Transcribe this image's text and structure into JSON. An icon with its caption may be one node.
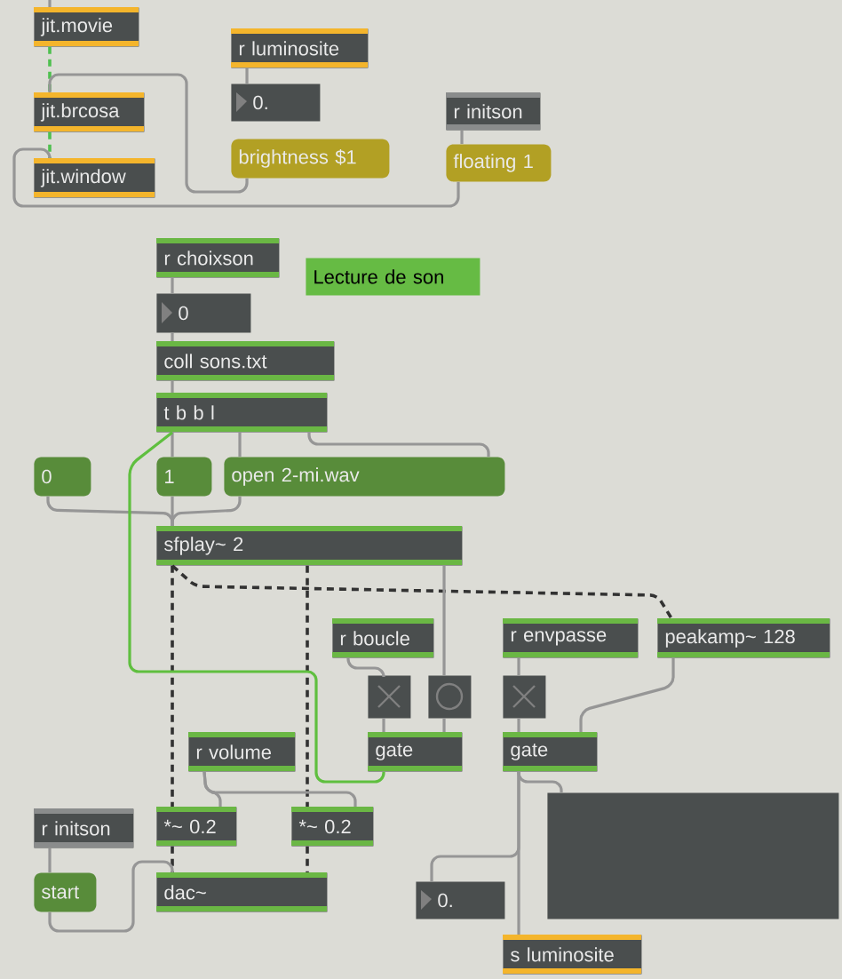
{
  "diagram": {
    "nodes": [
      {
        "text": [
          "jit.movie"
        ]
      },
      {
        "text": [
          "jit.brcosa"
        ]
      },
      {
        "text": [
          "jit.window"
        ]
      },
      {
        "text": [
          "r luminosite"
        ]
      },
      {
        "text": [
          "0."
        ]
      },
      {
        "text": [
          "brightness $1"
        ]
      },
      {
        "text": [
          "r initson"
        ]
      },
      {
        "text": [
          "floating 1"
        ]
      },
      {
        "text": [
          "r choixson"
        ]
      },
      {
        "text": [
          "Lecture de son"
        ]
      },
      {
        "text": [
          "0"
        ]
      },
      {
        "text": [
          "coll sons.txt"
        ]
      },
      {
        "text": [
          "t b b l"
        ]
      },
      {
        "text": [
          "0"
        ]
      },
      {
        "text": [
          "1"
        ]
      },
      {
        "text": [
          "open 2-mi.wav"
        ]
      },
      {
        "text": [
          "sfplay~ 2"
        ]
      },
      {
        "text": [
          "r boucle"
        ]
      },
      {
        "text": [],
        "shape": "box"
      },
      {
        "text": [],
        "shape": "box"
      },
      {
        "text": [
          "r envpasse"
        ]
      },
      {
        "text": [],
        "shape": "box"
      },
      {
        "text": [
          "peakamp~ 128"
        ]
      },
      {
        "text": [
          "gate"
        ]
      },
      {
        "text": [
          "gate"
        ]
      },
      {
        "text": [
          "r volume"
        ]
      },
      {
        "text": [
          "r initson"
        ]
      },
      {
        "text": [
          "*~ 0.2"
        ]
      },
      {
        "text": [
          "*~ 0.2"
        ]
      },
      {
        "text": [
          "start"
        ]
      },
      {
        "text": [
          "dac~"
        ]
      },
      {
        "text": [
          "0."
        ]
      },
      {
        "text": [],
        "shape": "box"
      },
      {
        "text": [
          "s luminosite"
        ]
      }
    ],
    "edges": [
      {
        "from": null,
        "to": 0,
        "arrow": "none"
      },
      {
        "from": 0,
        "to": 1,
        "arrow": "none",
        "style": "dashed",
        "color": "#4fc04f"
      },
      {
        "from": 1,
        "to": 2,
        "arrow": "none",
        "style": "dashed",
        "color": "#4fc04f"
      },
      {
        "from": 5,
        "to": 1,
        "arrow": "none"
      },
      {
        "from": 7,
        "to": 2,
        "arrow": "none"
      },
      {
        "from": 3,
        "to": 4,
        "arrow": "none"
      },
      {
        "from": 6,
        "to": 7,
        "arrow": "none"
      },
      {
        "from": 8,
        "to": 10,
        "arrow": "none"
      },
      {
        "from": 10,
        "to": 11,
        "arrow": "none"
      },
      {
        "from": 11,
        "to": 12,
        "arrow": "none"
      },
      {
        "from": 12,
        "to": 14,
        "arrow": "none"
      },
      {
        "from": 12,
        "to": 15,
        "arrow": "none"
      },
      {
        "from": 12,
        "to": 15,
        "arrow": "none"
      },
      {
        "from": 13,
        "to": 16,
        "arrow": "none"
      },
      {
        "from": 14,
        "to": 16,
        "arrow": "none"
      },
      {
        "from": 15,
        "to": 16,
        "arrow": "none"
      },
      {
        "from": 16,
        "to": 27,
        "arrow": "none",
        "style": "dashed",
        "color": "#323232"
      },
      {
        "from": 16,
        "to": 28,
        "arrow": "none",
        "style": "dashed",
        "color": "#323232"
      },
      {
        "from": 16,
        "to": 22,
        "arrow": "none",
        "style": "dashed",
        "color": "#323232"
      },
      {
        "from": 16,
        "to": 19,
        "arrow": "none"
      },
      {
        "from": 17,
        "to": 18,
        "arrow": "none"
      },
      {
        "from": 18,
        "to": 23,
        "arrow": "none"
      },
      {
        "from": 19,
        "to": 23,
        "arrow": "none"
      },
      {
        "from": 20,
        "to": 21,
        "arrow": "none"
      },
      {
        "from": 21,
        "to": 24,
        "arrow": "none"
      },
      {
        "from": 22,
        "to": 24,
        "arrow": "none"
      },
      {
        "from": 25,
        "to": 27,
        "arrow": "none"
      },
      {
        "from": 25,
        "to": 28,
        "arrow": "none"
      },
      {
        "from": 27,
        "to": 30,
        "arrow": "none",
        "style": "dashed",
        "color": "#323232"
      },
      {
        "from": 28,
        "to": 30,
        "arrow": "none",
        "style": "dashed",
        "color": "#323232"
      },
      {
        "from": 26,
        "to": 29,
        "arrow": "none"
      },
      {
        "from": 29,
        "to": 30,
        "arrow": "none"
      },
      {
        "from": 12,
        "to": 23,
        "arrow": "none",
        "color": "#5fbf3f"
      },
      {
        "from": 24,
        "to": 33,
        "arrow": "none"
      },
      {
        "from": 24,
        "to": 31,
        "arrow": "none"
      },
      {
        "from": 24,
        "to": 32,
        "arrow": "none"
      }
    ]
  }
}
